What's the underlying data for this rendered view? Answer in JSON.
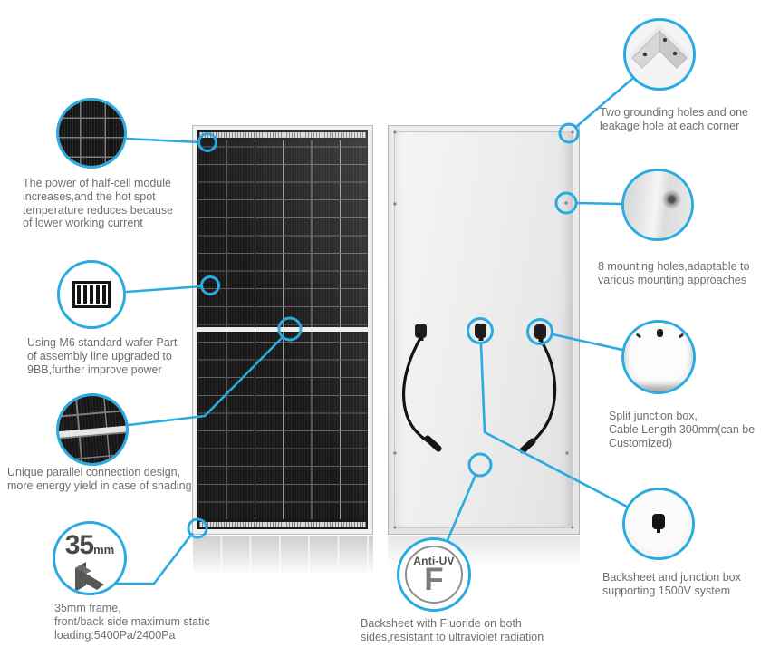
{
  "colors": {
    "accent": "#29abe2",
    "caption_text": "#6f6f6f",
    "panel_dark": "#181818",
    "backsheet_gray": "#ececec"
  },
  "panels": {
    "front": {
      "name": "half-cell module front view"
    },
    "back": {
      "name": "module back view with split junction box and cables"
    }
  },
  "callouts": {
    "left": [
      {
        "id": "half-cell-closeup",
        "icon": "half-cell-cells-photo",
        "text": "The power of half-cell module\nincreases,and the hot spot\ntemperature reduces because\nof lower working current"
      },
      {
        "id": "wafer-9bb",
        "icon": "busbar-grid-icon",
        "text": "Using M6 standard wafer Part\nof assembly line upgraded to\n9BB,further improve power"
      },
      {
        "id": "parallel-connection",
        "icon": "shaded-cells-photo",
        "text": "Unique parallel connection design,\nmore energy yield in case of shading"
      },
      {
        "id": "frame-35mm",
        "icon": "frame-profile-icon",
        "badge_value": "35",
        "badge_unit": "mm",
        "text": "35mm frame,\nfront/back side maximum static\nloading:5400Pa/2400Pa"
      }
    ],
    "right": [
      {
        "id": "grounding-holes",
        "icon": "frame-corner-photo",
        "text": "Two grounding holes and one\nleakage hole at each corner"
      },
      {
        "id": "mounting-holes",
        "icon": "mounting-hole-photo",
        "text": "8 mounting holes,adaptable to\nvarious mounting approaches"
      },
      {
        "id": "junction-box",
        "icon": "junction-box-photo",
        "text": "Split junction box,\nCable Length 300mm(can be\nCustomized)"
      },
      {
        "id": "backsheet-1500v",
        "icon": "cable-connector-photo",
        "text": "Backsheet and junction box\nsupporting 1500V system"
      }
    ],
    "bottom": {
      "id": "anti-uv",
      "icon": "anti-uv-mark",
      "ring_label": "Anti-UV",
      "letter": "F",
      "text": "Backsheet with Fluoride on both\nsides,resistant to ultraviolet radiation"
    }
  }
}
